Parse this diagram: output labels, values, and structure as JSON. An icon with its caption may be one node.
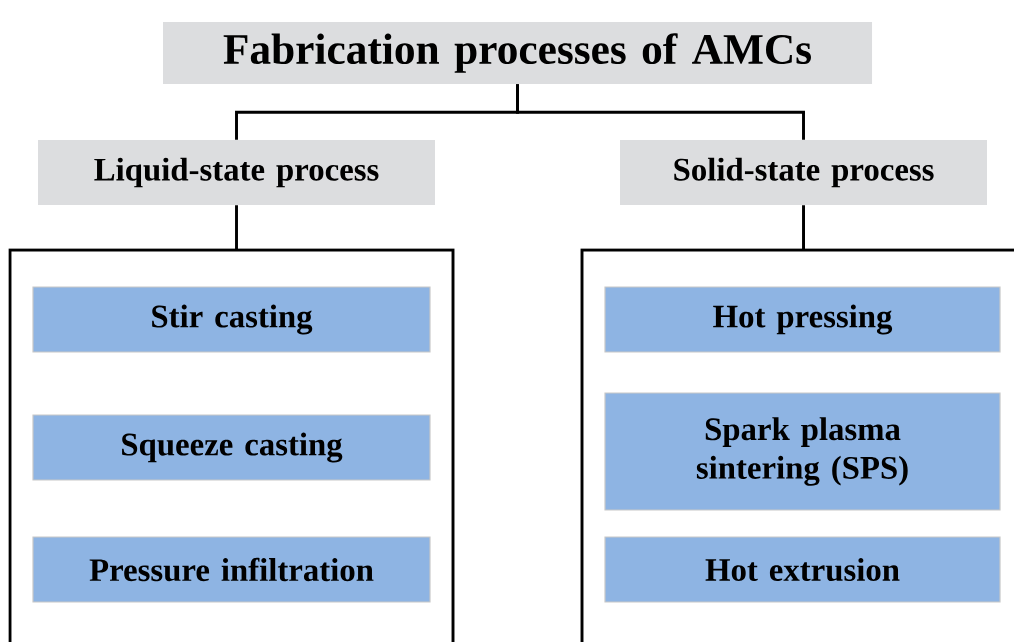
{
  "diagram": {
    "nodes": [
      {
        "text": [
          "Fabrication processes of AMCs"
        ]
      },
      {
        "text": [
          "Liquid-state process"
        ]
      },
      {
        "text": [
          "Solid-state process"
        ]
      },
      {
        "text": [],
        "shape": "box"
      },
      {
        "text": [],
        "shape": "box"
      },
      {
        "text": [
          "Stir casting"
        ],
        "in": 3
      },
      {
        "text": [
          "Squeeze casting"
        ],
        "in": 3
      },
      {
        "text": [
          "Pressure infiltration"
        ],
        "in": 3
      },
      {
        "text": [
          "Hot pressing"
        ],
        "in": 4
      },
      {
        "text": [
          "Spark plasma sintering (SPS)"
        ],
        "in": 4
      },
      {
        "text": [
          "Hot extrusion"
        ],
        "in": 4
      }
    ],
    "edges": [
      {
        "from": 0,
        "to": 1,
        "arrow": "none"
      },
      {
        "from": 0,
        "to": 2,
        "arrow": "none"
      },
      {
        "from": 1,
        "to": 3,
        "arrow": "none"
      },
      {
        "from": 2,
        "to": 4,
        "arrow": "none"
      }
    ]
  }
}
